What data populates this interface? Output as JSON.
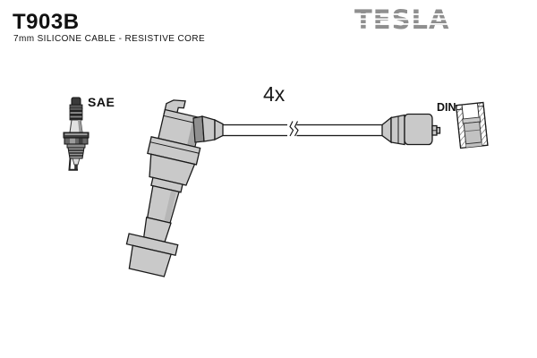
{
  "header": {
    "part_number": "T903B",
    "subtitle": "7mm SILICONE CABLE - RESISTIVE CORE"
  },
  "brand": {
    "name": "TESLA",
    "color": "#8f8f8f"
  },
  "diagram": {
    "plug_end_label": "SAE",
    "quantity_label": "4x",
    "distributor_end_label": "DIN"
  },
  "colors": {
    "background": "#ffffff",
    "outline": "#1a1a1a",
    "fill_light": "#c9c9c9",
    "fill_shade": "#a5a5a5",
    "fill_dark": "#3a3a3a"
  }
}
